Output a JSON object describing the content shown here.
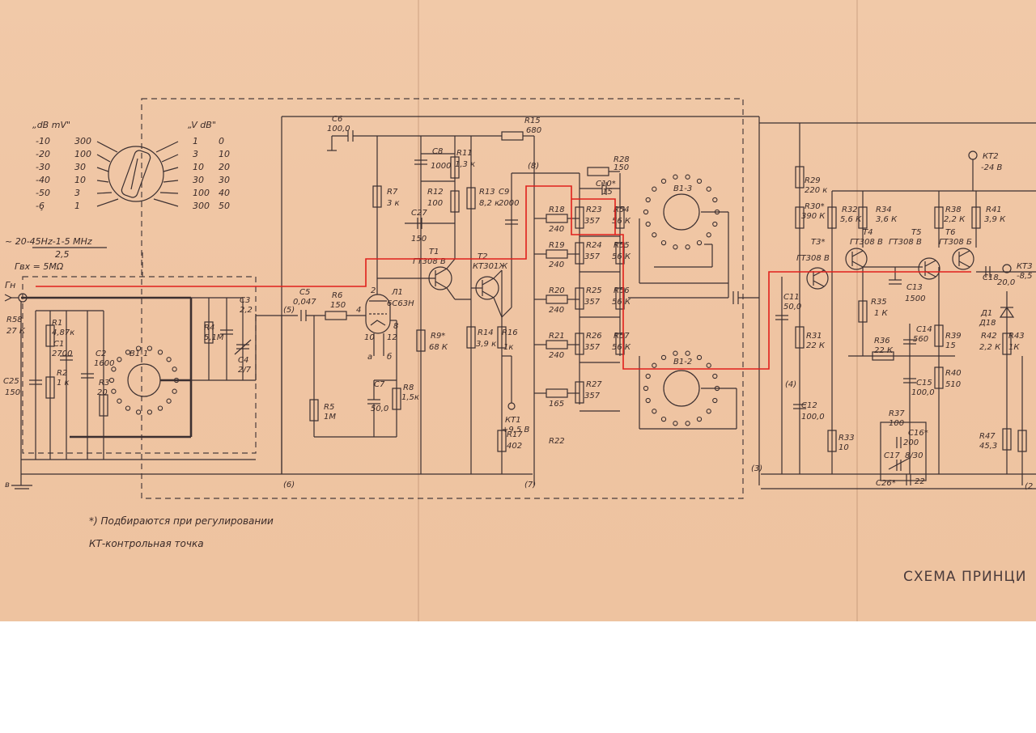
{
  "diagram": {
    "title": "СХЕМА ПРИНЦИ",
    "notes": {
      "note1": "*) Подбираются при регулировании",
      "note2": "КТ-контрольная точка"
    },
    "input": {
      "freq": "~ 20-45Hz-1-5 MHz",
      "accuracy": "2,5",
      "rin": "Гвх = 5МΩ",
      "gn": "Гн"
    },
    "range_table": {
      "head_left": "„dB    mV\"",
      "head_right": "„V     dB\"",
      "rows": [
        {
          "db": "-10",
          "mv": "300",
          "v": "1",
          "db2": "0"
        },
        {
          "db": "-20",
          "mv": "100",
          "v": "3",
          "db2": "10"
        },
        {
          "db": "-30",
          "mv": "30",
          "v": "10",
          "db2": "20"
        },
        {
          "db": "-40",
          "mv": "10",
          "v": "30",
          "db2": "30"
        },
        {
          "db": "-50",
          "mv": "3",
          "v": "100",
          "db2": "40"
        },
        {
          "db": "-6̧",
          "mv": "1",
          "v": "300",
          "db2": "50"
        }
      ]
    },
    "components": {
      "r58": "R58",
      "r58v": "27 К",
      "r1": "R1",
      "r1v": "4,87к",
      "c1": "C1",
      "c1v": "2700",
      "c2": "C2",
      "c2v": "1600",
      "r2": "R2",
      "r2v": "1 к",
      "r3": "R3",
      "r3v": "20",
      "c25": "C25",
      "c25v": "150",
      "b11": "В1-1",
      "c3": "C3",
      "c3v": "2,2",
      "c4": "C4",
      "c4v": "2/7",
      "r4": "R4",
      "r4v": "5,1М",
      "c5": "C5",
      "c5v": "0,047",
      "r6": "R6",
      "r6v": "150",
      "l1": "Л1",
      "l1v": "6С63Н",
      "r5": "R5",
      "r5v": "1М",
      "c7": "C7",
      "c7v": "50,0",
      "r8": "R8",
      "r8v": "1,5к",
      "c6": "C6",
      "c6v": "100,0",
      "r7": "R7",
      "r7v": "3 к",
      "c8": "C8",
      "c8v": "1000",
      "r11": "R11",
      "r11v": "1,3 к",
      "r12": "R12",
      "r12v": "100",
      "c27": "C27",
      "c27v": "150",
      "r15": "R15",
      "r15v": "680",
      "r13": "R13",
      "r13v": "8,2 к",
      "c9": "C9",
      "c9v": "2000",
      "t1": "Т1",
      "t1v": "ГТ308 В",
      "t2": "Т2",
      "t2v": "КТ301Ж",
      "r9": "R9*",
      "r9v": "68 К",
      "r14": "R14",
      "r14v": "3,9 к",
      "r16": "R16",
      "r16v": "1к",
      "kt1": "КТ1",
      "kt1v": "+9,5 В",
      "r17": "R17",
      "r17v": "402",
      "r28": "R28",
      "r28v": "150",
      "c10": "C10*",
      "c10v": "15",
      "r18": "R18",
      "r18v": "240",
      "r23": "R23",
      "r23v": "357",
      "r54": "R54",
      "r54v": "56 К",
      "r19": "R19",
      "r19v": "240",
      "r24": "R24",
      "r24v": "357",
      "r55": "R55",
      "r55v": "56 К",
      "r20": "R20",
      "r20v": "240",
      "r25": "R25",
      "r25v": "357",
      "r56": "R56",
      "r56v": "56 К",
      "r21": "R21",
      "r21v": "240",
      "r26": "R26",
      "r26v": "357",
      "r57": "R57",
      "r57v": "56 К",
      "r22": "R22",
      "r22v": "165",
      "r27": "R27",
      "r27v": "357",
      "b13": "В1-3",
      "b12": "В1-2",
      "r29": "R29",
      "r29v": "220 к",
      "r30": "R30*",
      "r30v": "390 К",
      "r32": "R32",
      "r32v": "5,6 К",
      "r34": "R34",
      "r34v": "3,6 К",
      "r38": "R38",
      "r38v": "2,2 К",
      "r41": "R41",
      "r41v": "3,9 К",
      "kt2": "КТ2",
      "kt2v": "-24 В",
      "t3": "Т3*",
      "t3v": "ГТ308 В",
      "t4": "Т4",
      "t4v": "ГТ308 В",
      "t5": "Т5",
      "t5v": "ГТ308 В",
      "t6": "Т6",
      "t6v": "ГТ308 Б",
      "c11": "C11",
      "c11v": "50,0",
      "c13": "C13",
      "c13v": "1500",
      "r35": "R35",
      "r35v": "1 К",
      "r31": "R31",
      "r31v": "22 К",
      "r36": "R36",
      "r36v": "22 К",
      "c14": "C14",
      "c14v": "560",
      "c15": "C15",
      "c15v": "100,0",
      "r39": "R39",
      "r39v": "15",
      "r40": "R40",
      "r40v": "510",
      "r42": "R42",
      "r42v": "2,2 К",
      "r43": "R43",
      "r43v": "1К",
      "c18": "C18",
      "c18v": "20,0",
      "kt3": "КТ3",
      "kt3v": "-8,5",
      "d1": "Д1",
      "d1v": "Д18",
      "c12": "C12",
      "c12v": "100,0",
      "r33": "R33",
      "r33v": "10",
      "r37": "R37",
      "r37v": "100",
      "c16": "C16*",
      "c16v": "200",
      "c17": "C17",
      "c17v": "8/30",
      "c26": "C26*",
      "c26v": "22",
      "r47": "R47",
      "r47v": "45,3"
    },
    "nodes": {
      "n3": "(3)",
      "n4": "(4)",
      "n5": "(5)",
      "n6": "(6)",
      "n7": "(7)",
      "n8": "(8)",
      "n2": "(2"
    },
    "tube_pins": {
      "p2": "2",
      "p4": "4",
      "p8": "8",
      "p10": "10",
      "p12": "12",
      "pa": "а",
      "pb": "б"
    },
    "ground": "в"
  }
}
